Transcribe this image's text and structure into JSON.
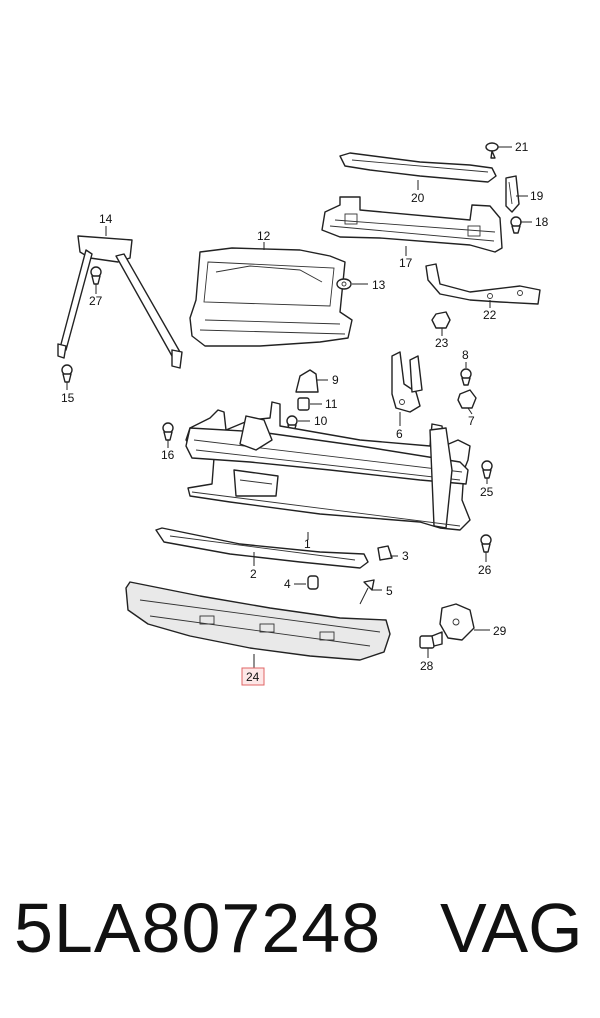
{
  "callouts": {
    "c1": "1",
    "c2": "2",
    "c3": "3",
    "c4": "4",
    "c5": "5",
    "c6": "6",
    "c7": "7",
    "c8": "8",
    "c9": "9",
    "c10": "10",
    "c11": "11",
    "c12": "12",
    "c13": "13",
    "c14": "14",
    "c15": "15",
    "c16": "16",
    "c17": "17",
    "c18": "18",
    "c19": "19",
    "c20": "20",
    "c21": "21",
    "c22": "22",
    "c23": "23",
    "c24": "24",
    "c25": "25",
    "c26": "26",
    "c27": "27",
    "c28": "28",
    "c29": "29"
  },
  "highlighted_callout": "24",
  "highlight_color": "#e06464",
  "part_number": "5LA807248",
  "brand": "VAG"
}
